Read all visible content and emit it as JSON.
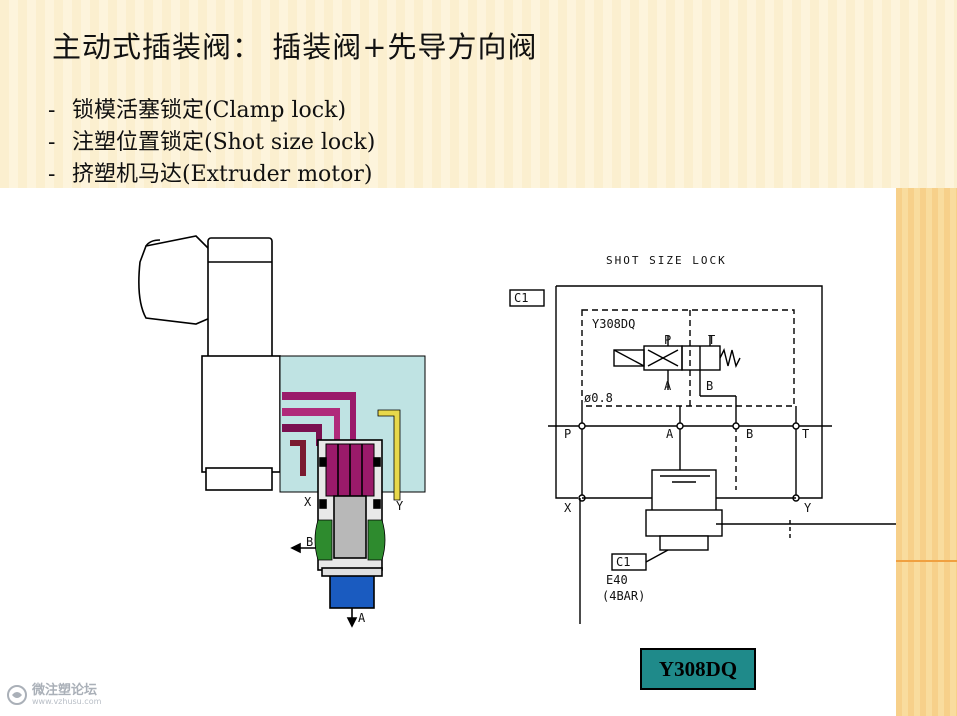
{
  "slide": {
    "title": "主动式插装阀： 插装阀+先导方向阀",
    "bullets": [
      "锁模活塞锁定(Clamp lock)",
      "注塑位置锁定(Shot size lock)",
      "挤塑机马达(Extruder motor)"
    ],
    "bullet_marker": "-"
  },
  "valve_drawing": {
    "labels": {
      "x": "X",
      "y": "Y",
      "b": "B",
      "a": "A"
    },
    "colors": {
      "pilot_line": "#9a1a6a",
      "y_line": "#e8d84a",
      "body": "#8fcfcf",
      "seal": "#2e8b2e",
      "base": "#1a5bc0"
    }
  },
  "schematic": {
    "title": "SHOT SIZE LOCK",
    "tag_top": "C1",
    "valve_model": "Y308DQ",
    "pilot_ports": {
      "p": "P",
      "t": "T",
      "a": "A",
      "b": "B"
    },
    "orifice": "ø0.8",
    "main_ports": {
      "p": "P",
      "a": "A",
      "b": "B",
      "t": "T",
      "x": "X",
      "y": "Y"
    },
    "tag_bottom": "C1",
    "cartridge_code": "E40",
    "pressure": "(4BAR)"
  },
  "part_label": "Y308DQ",
  "watermark": {
    "name": "微注塑论坛",
    "url": "www.vzhusu.com"
  }
}
